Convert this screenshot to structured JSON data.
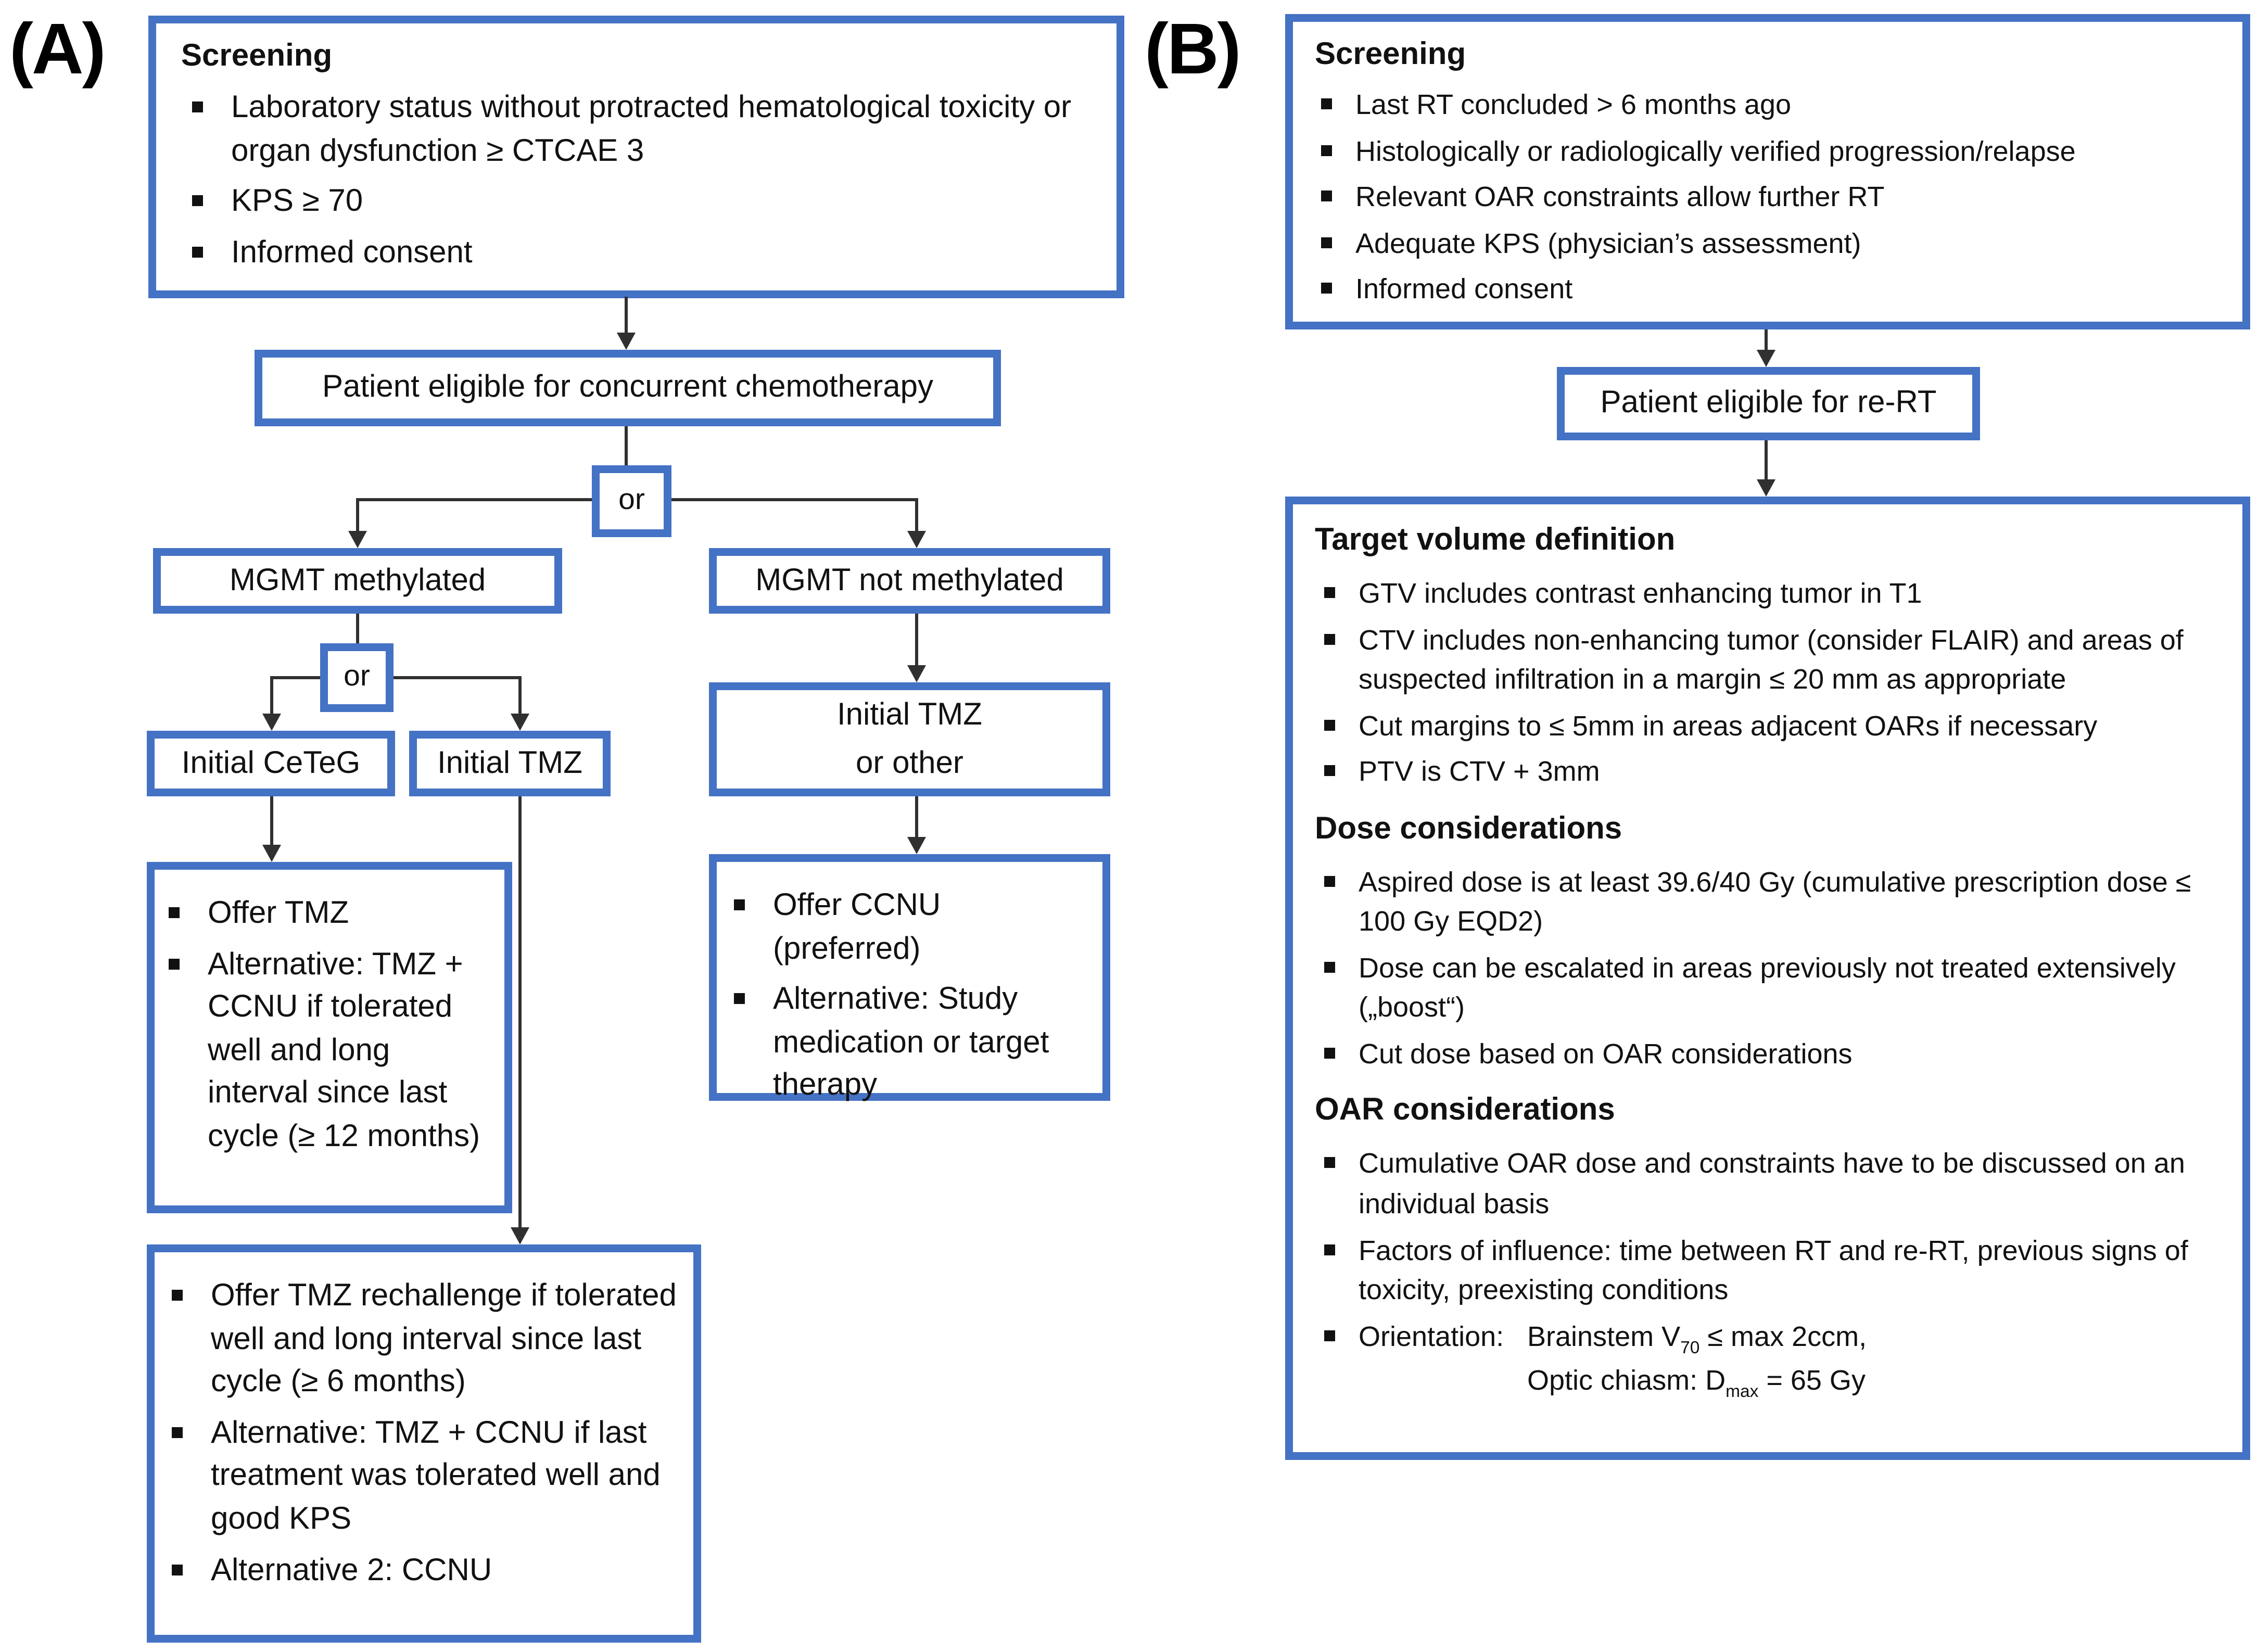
{
  "colors": {
    "box_border": "#4472c4",
    "connector": "#303030",
    "text": "#111111"
  },
  "panelA": {
    "label": "(A)",
    "screening": {
      "title": "Screening",
      "items": [
        "Laboratory status without protracted hematological toxicity or organ dysfunction ≥ CTCAE 3",
        "KPS ≥ 70",
        "Informed consent"
      ]
    },
    "eligible": "Patient eligible for concurrent chemotherapy",
    "or1": "or",
    "mgmt_methylated": "MGMT methylated",
    "mgmt_not_methylated": "MGMT not methylated",
    "or2": "or",
    "initial_ceteg": "Initial CeTeG",
    "initial_tmz": "Initial TMZ",
    "initial_tmz_or_other_line1": "Initial TMZ",
    "initial_tmz_or_other_line2": "or other",
    "offer_tmz": {
      "items": [
        "Offer TMZ",
        "Alternative: TMZ + CCNU if tolerated well and long interval since last cycle (≥ 12 months)"
      ]
    },
    "offer_ccnu": {
      "items": [
        "Offer CCNU (preferred)",
        "Alternative: Study medication or target therapy"
      ]
    },
    "rechallenge": {
      "items": [
        "Offer TMZ rechallenge if tolerated well and long interval since last cycle (≥ 6 months)",
        "Alternative: TMZ + CCNU if last treatment was tolerated well and good KPS",
        "Alternative 2: CCNU"
      ]
    }
  },
  "panelB": {
    "label": "(B)",
    "screening": {
      "title": "Screening",
      "items": [
        "Last RT concluded > 6 months ago",
        "Histologically or radiologically verified progression/relapse",
        "Relevant OAR constraints allow further RT",
        "Adequate KPS (physician’s assessment)",
        "Informed consent"
      ]
    },
    "eligible": "Patient eligible for re-RT",
    "details": {
      "target_title": "Target volume definition",
      "target_items": [
        "GTV includes contrast enhancing tumor in T1",
        "CTV includes non-enhancing tumor (consider FLAIR) and areas of suspected infiltration in a margin ≤ 20 mm as appropriate",
        "Cut margins to ≤ 5mm in areas adjacent OARs if necessary",
        "PTV is CTV + 3mm"
      ],
      "dose_title": "Dose considerations",
      "dose_items": [
        "Aspired dose is at least 39.6/40 Gy (cumulative prescription dose ≤ 100 Gy EQD2)",
        "Dose can be escalated in areas previously not treated extensively („boost“)",
        "Cut dose based on OAR considerations"
      ],
      "oar_title": "OAR considerations",
      "oar_items": [
        "Cumulative OAR dose and constraints have to be discussed on an individual basis",
        "Factors of influence: time between RT and re-RT, previous signs of toxicity, preexisting conditions"
      ],
      "orientation": {
        "label": "Orientation:",
        "line1_pre": "Brainstem V",
        "line1_sub": "70",
        "line1_post": " ≤ max 2ccm,",
        "line2_pre": "Optic chiasm: D",
        "line2_sub": "max",
        "line2_post": " = 65 Gy"
      }
    }
  }
}
